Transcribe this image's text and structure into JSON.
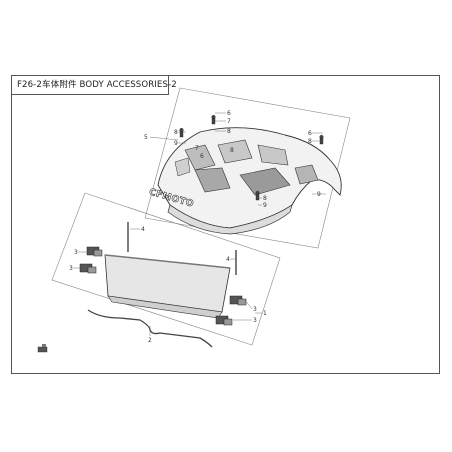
{
  "diagram": {
    "title": "F26-2车体附件 BODY ACCESSORIES-2",
    "brand_text": "CFMOTO",
    "callouts": {
      "c1": "1",
      "c2": "2",
      "c3a": "3",
      "c3b": "3",
      "c3c": "3",
      "c3d": "3",
      "c4a": "4",
      "c4b": "4",
      "c5": "5",
      "c6a": "6",
      "c6b": "6",
      "c7a": "7",
      "c8a": "8",
      "c8b": "8",
      "c8c": "8",
      "c8d": "8",
      "c8e": "8",
      "c9a": "9",
      "c9b": "9",
      "c9c": "9",
      "c6c": "6",
      "c7b": "7"
    }
  }
}
